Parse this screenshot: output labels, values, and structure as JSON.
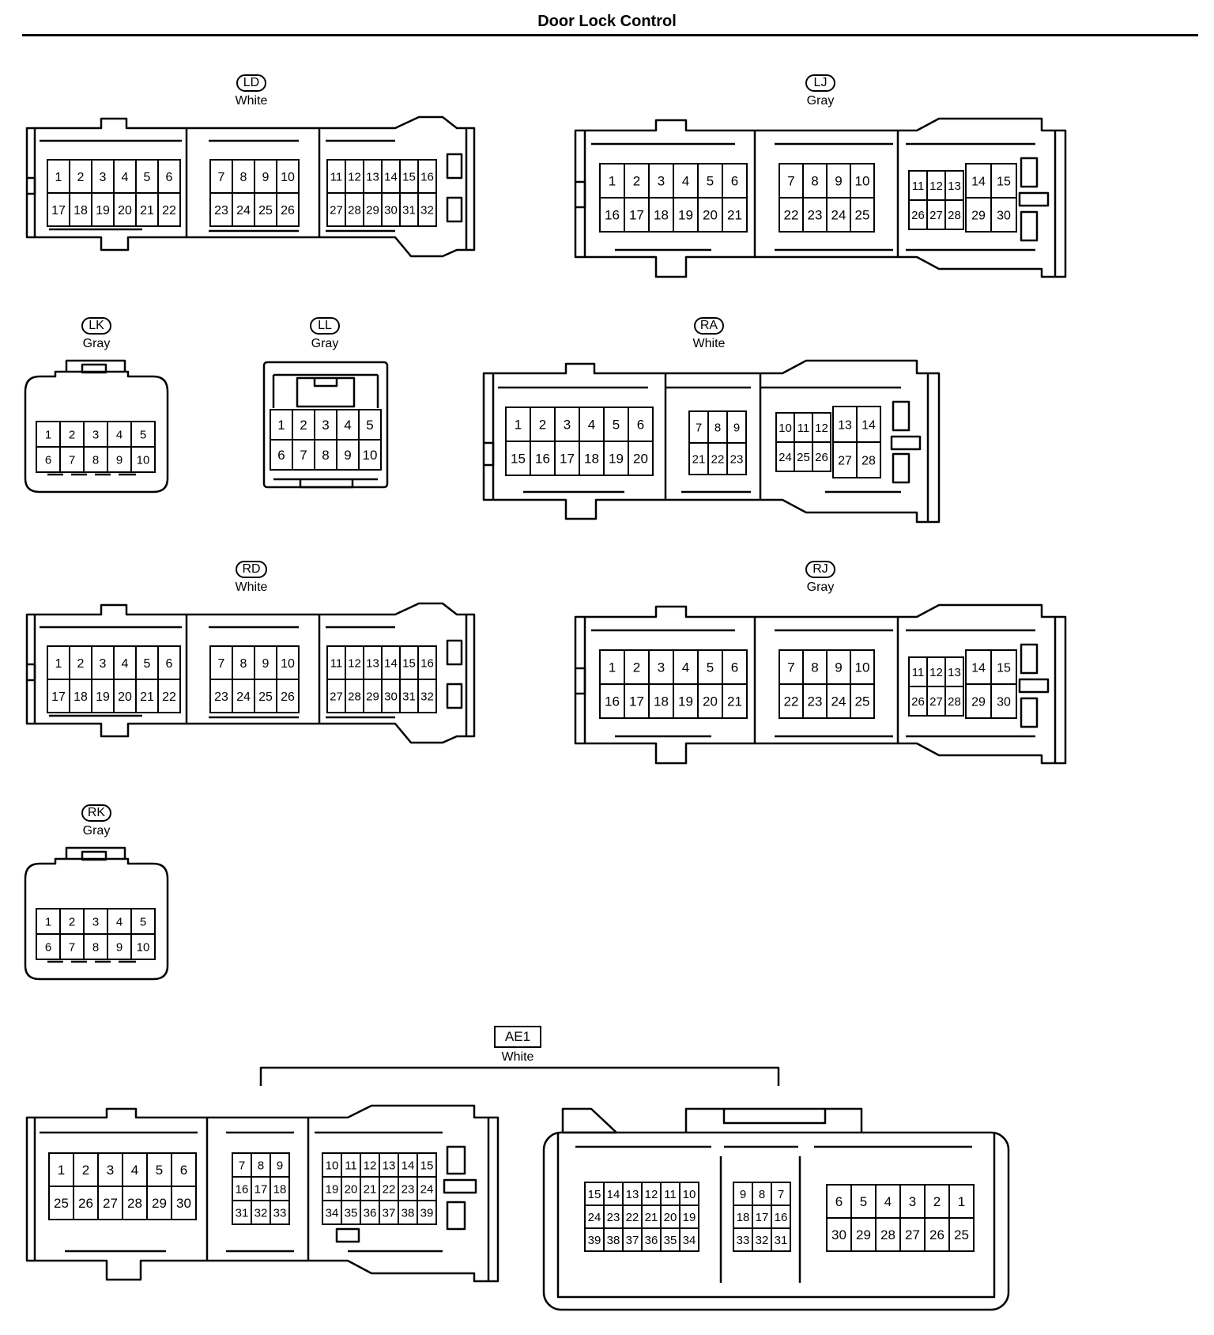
{
  "title": "Door Lock Control",
  "connectors": {
    "LD": {
      "label": "LD",
      "color": "White"
    },
    "LJ": {
      "label": "LJ",
      "color": "Gray"
    },
    "LK": {
      "label": "LK",
      "color": "Gray"
    },
    "LL": {
      "label": "LL",
      "color": "Gray"
    },
    "RA": {
      "label": "RA",
      "color": "White"
    },
    "RD": {
      "label": "RD",
      "color": "White"
    },
    "RJ": {
      "label": "RJ",
      "color": "Gray"
    },
    "RK": {
      "label": "RK",
      "color": "Gray"
    },
    "AE1": {
      "label": "AE1",
      "color": "White"
    }
  },
  "pins": {
    "LD": [
      [
        [
          1,
          2,
          3,
          4,
          5,
          6
        ],
        [
          17,
          18,
          19,
          20,
          21,
          22
        ]
      ],
      [
        [
          7,
          8,
          9,
          10
        ],
        [
          23,
          24,
          25,
          26
        ]
      ],
      [
        [
          11,
          12,
          13,
          14,
          15,
          16
        ],
        [
          27,
          28,
          29,
          30,
          31,
          32
        ]
      ]
    ],
    "LJ": [
      [
        [
          1,
          2,
          3,
          4,
          5,
          6
        ],
        [
          16,
          17,
          18,
          19,
          20,
          21
        ]
      ],
      [
        [
          7,
          8,
          9,
          10
        ],
        [
          22,
          23,
          24,
          25
        ]
      ],
      [
        [
          11,
          12,
          13
        ],
        [
          26,
          27,
          28
        ]
      ],
      [
        [
          14,
          15
        ],
        [
          29,
          30
        ]
      ]
    ],
    "LK": [
      [
        [
          1,
          2,
          3,
          4,
          5
        ],
        [
          6,
          7,
          8,
          9,
          10
        ]
      ]
    ],
    "LL": [
      [
        [
          1,
          2,
          3,
          4,
          5
        ],
        [
          6,
          7,
          8,
          9,
          10
        ]
      ]
    ],
    "RA": [
      [
        [
          1,
          2,
          3,
          4,
          5,
          6
        ],
        [
          15,
          16,
          17,
          18,
          19,
          20
        ]
      ],
      [
        [
          7,
          8,
          9
        ],
        [
          21,
          22,
          23
        ]
      ],
      [
        [
          10,
          11,
          12
        ],
        [
          24,
          25,
          26
        ]
      ],
      [
        [
          13,
          14
        ],
        [
          27,
          28
        ]
      ]
    ],
    "RD": [
      [
        [
          1,
          2,
          3,
          4,
          5,
          6
        ],
        [
          17,
          18,
          19,
          20,
          21,
          22
        ]
      ],
      [
        [
          7,
          8,
          9,
          10
        ],
        [
          23,
          24,
          25,
          26
        ]
      ],
      [
        [
          11,
          12,
          13,
          14,
          15,
          16
        ],
        [
          27,
          28,
          29,
          30,
          31,
          32
        ]
      ]
    ],
    "RJ": [
      [
        [
          1,
          2,
          3,
          4,
          5,
          6
        ],
        [
          16,
          17,
          18,
          19,
          20,
          21
        ]
      ],
      [
        [
          7,
          8,
          9,
          10
        ],
        [
          22,
          23,
          24,
          25
        ]
      ],
      [
        [
          11,
          12,
          13
        ],
        [
          26,
          27,
          28
        ]
      ],
      [
        [
          14,
          15
        ],
        [
          29,
          30
        ]
      ]
    ],
    "RK": [
      [
        [
          1,
          2,
          3,
          4,
          5
        ],
        [
          6,
          7,
          8,
          9,
          10
        ]
      ]
    ],
    "AE1_left": [
      [
        [
          1,
          2,
          3,
          4,
          5,
          6
        ],
        [
          25,
          26,
          27,
          28,
          29,
          30
        ]
      ],
      [
        [
          7,
          8,
          9
        ],
        [
          16,
          17,
          18
        ],
        [
          31,
          32,
          33
        ]
      ],
      [
        [
          10,
          11,
          12,
          13,
          14,
          15
        ],
        [
          19,
          20,
          21,
          22,
          23,
          24
        ],
        [
          34,
          35,
          36,
          37,
          38,
          39
        ]
      ]
    ],
    "AE1_right": [
      [
        [
          15,
          14,
          13,
          12,
          11,
          10
        ],
        [
          24,
          23,
          22,
          21,
          20,
          19
        ],
        [
          39,
          38,
          37,
          36,
          35,
          34
        ]
      ],
      [
        [
          9,
          8,
          7
        ],
        [
          18,
          17,
          16
        ],
        [
          33,
          32,
          31
        ]
      ],
      [
        [
          6,
          5,
          4,
          3,
          2,
          1
        ],
        [
          30,
          29,
          28,
          27,
          26,
          25
        ]
      ]
    ]
  }
}
